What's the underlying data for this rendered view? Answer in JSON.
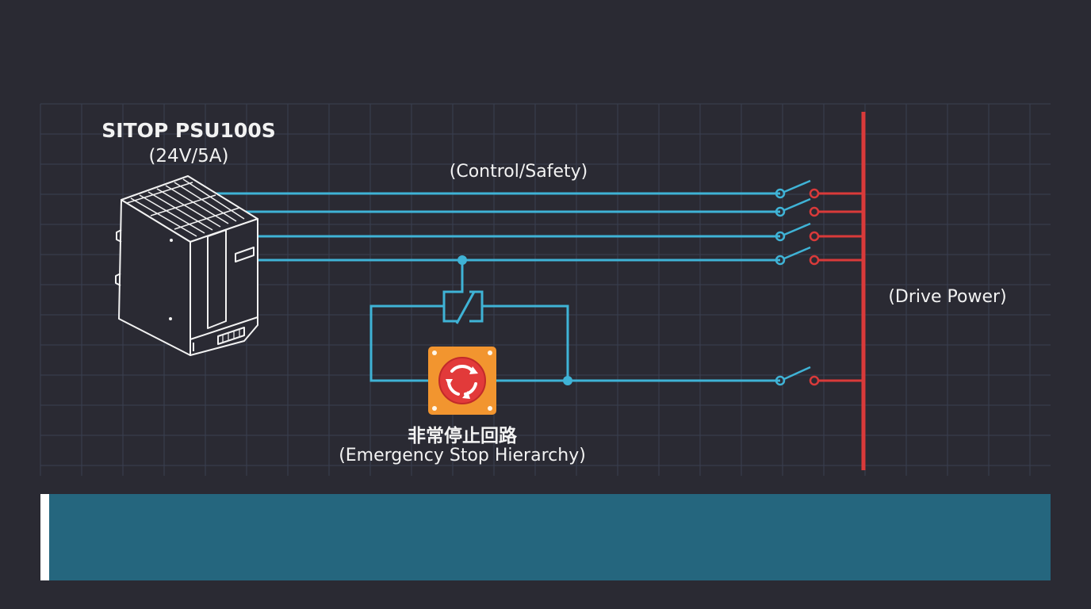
{
  "psu": {
    "title": "SITOP PSU100S",
    "subtitle": "(24V/5A)"
  },
  "control_label": "(Control/Safety)",
  "drive_label": "(Drive Power)",
  "estop": {
    "title": "非常停止回路",
    "subtitle": "(Emergency Stop Hierarchy)"
  },
  "colors": {
    "background": "#2a2a33",
    "grid": "#3b4152",
    "control_wire": "#3fb3d6",
    "drive_wire": "#d93a3a",
    "estop_body": "#f2952f",
    "estop_button": "#e23a3a",
    "banner": "#25667e"
  }
}
